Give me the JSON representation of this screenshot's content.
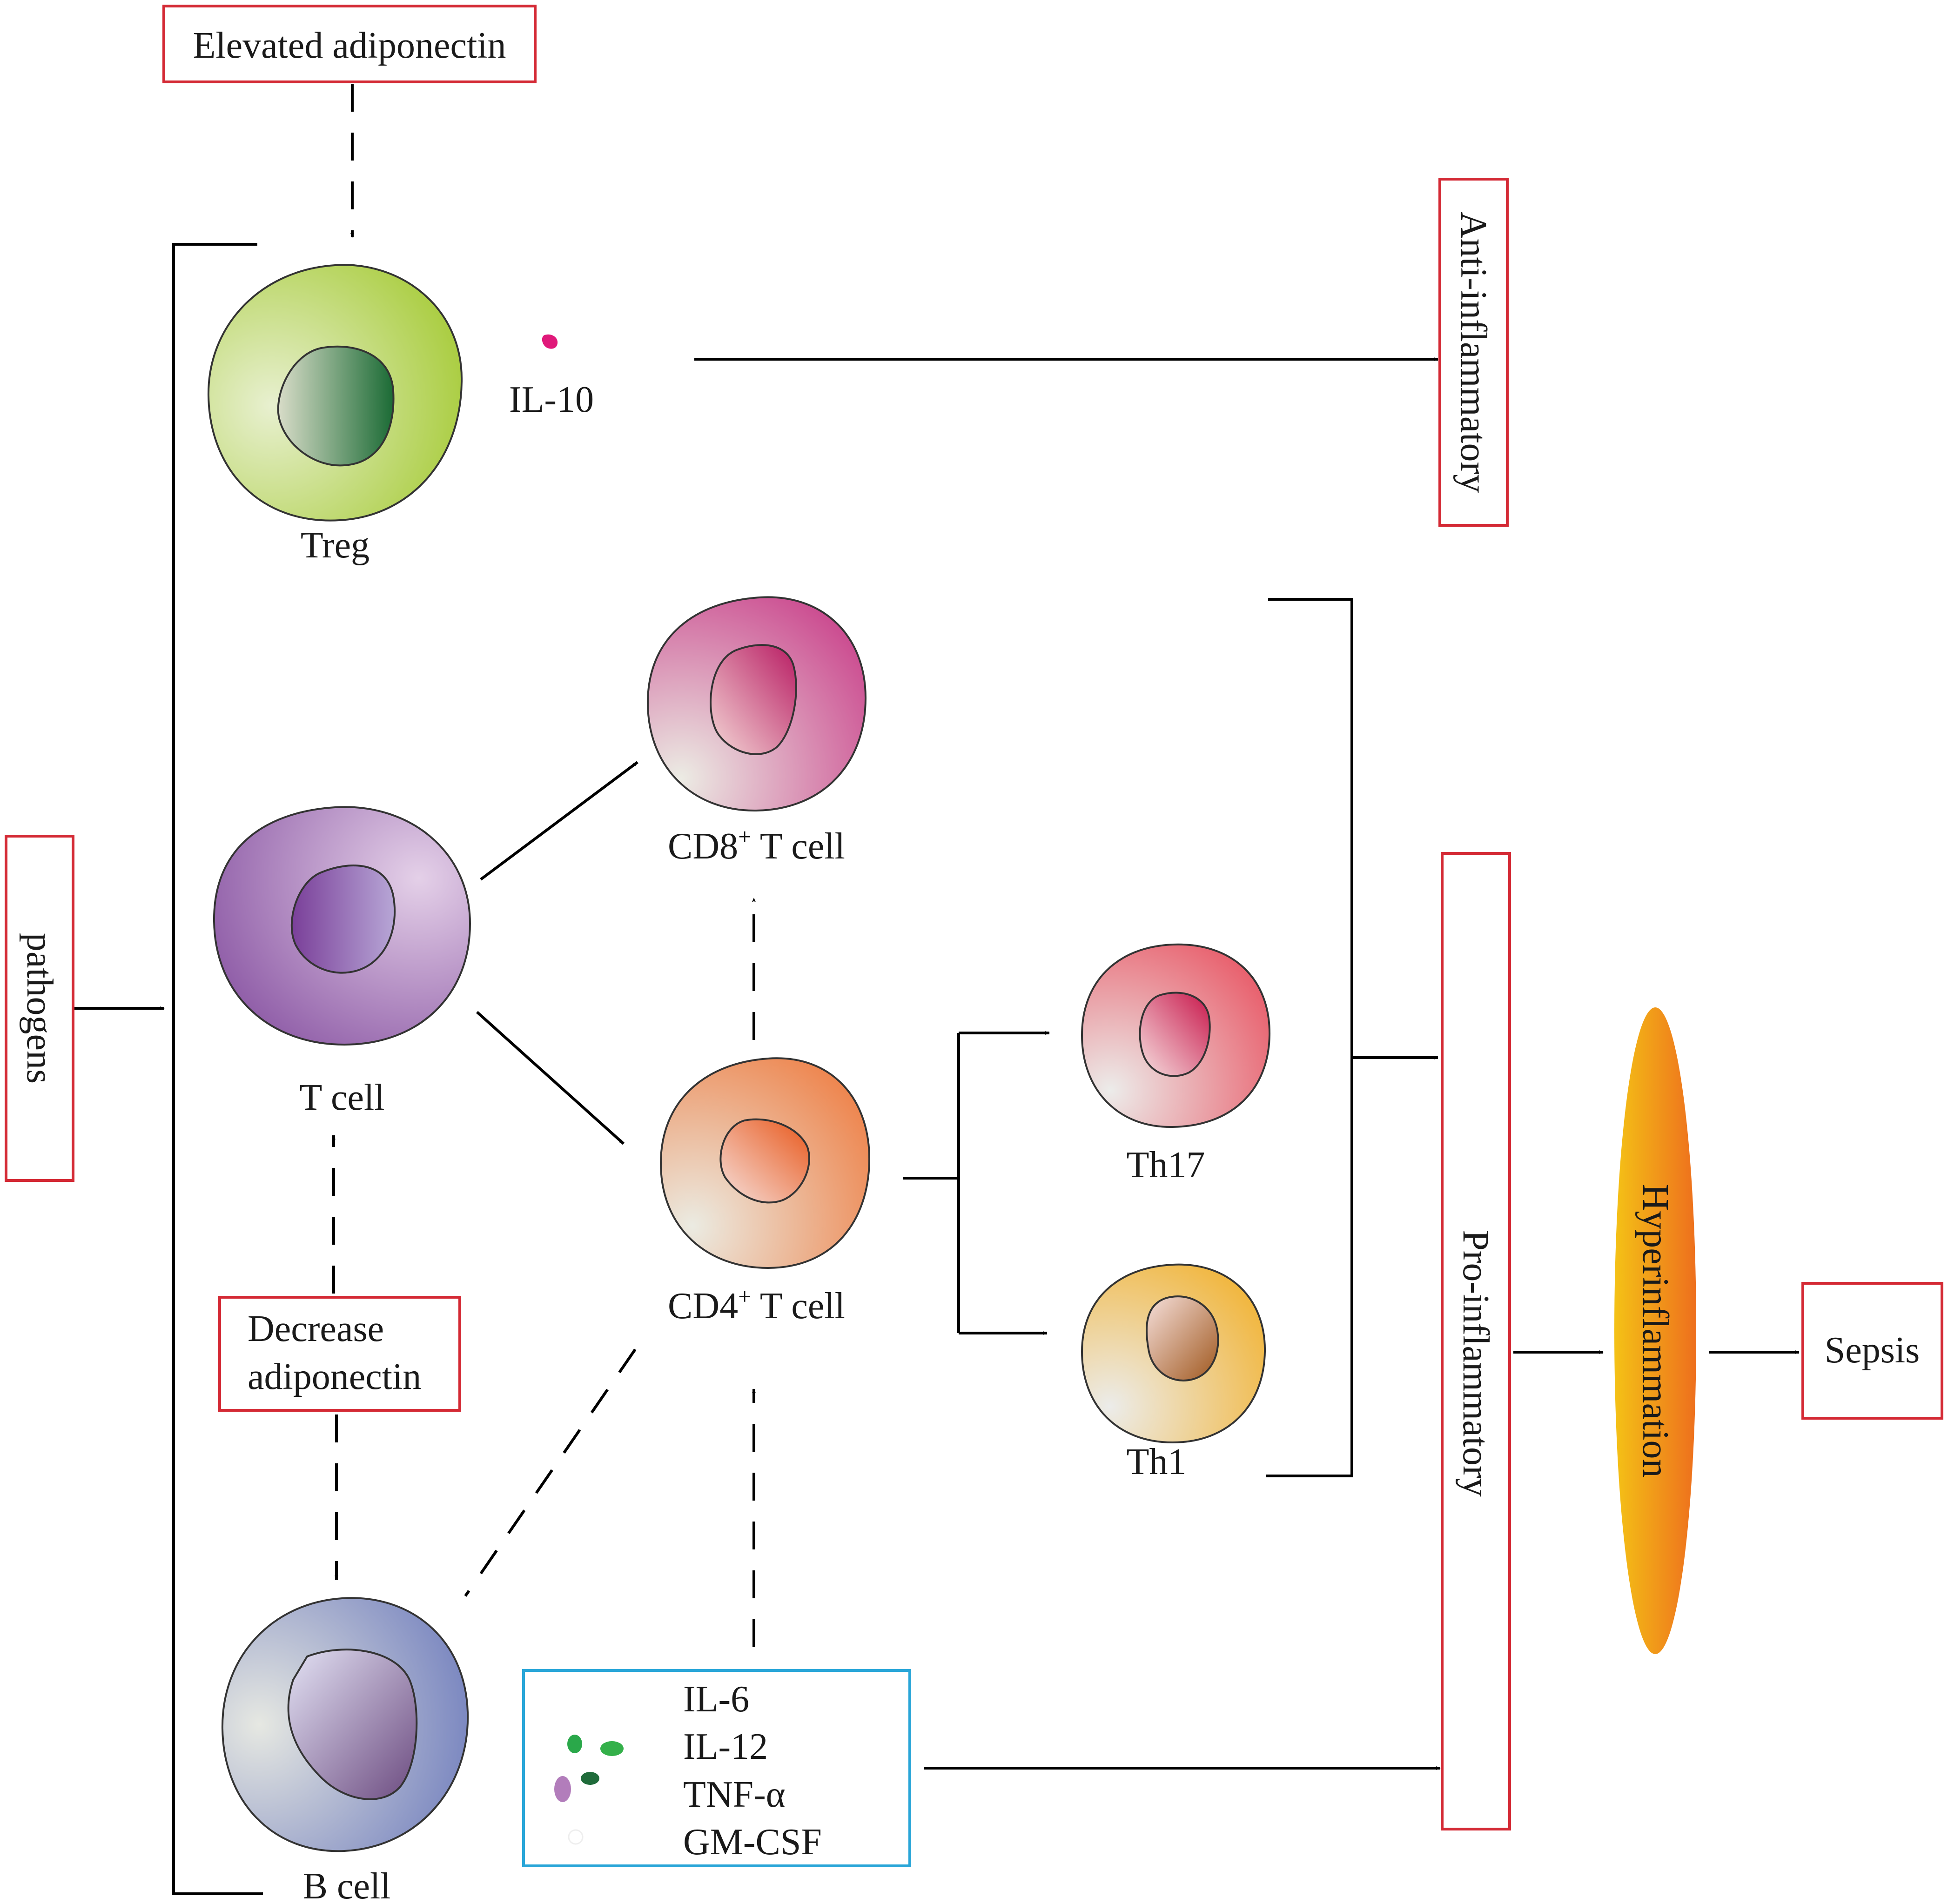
{
  "labels": {
    "elevated_adiponectin": "Elevated adiponectin",
    "decrease_adiponectin_line1": "Decrease",
    "decrease_adiponectin_line2": "adiponectin",
    "pathogens": "pathogens",
    "anti_inflammatory": "Anti-inflammatory",
    "pro_inflammatory": "Pro-inflammatory",
    "hyperinflammation": "Hyperinflammation",
    "sepsis": "Sepsis",
    "il10": "IL-10"
  },
  "cells": {
    "treg": "Treg",
    "t_cell": "T cell",
    "cd8_prefix": "CD8",
    "cd8_sup": "+",
    "cd8_suffix": " T cell",
    "cd4_prefix": "CD4",
    "cd4_sup": "+",
    "cd4_suffix": " T cell",
    "th17": "Th17",
    "th1": "Th1",
    "b_cell": "B cell"
  },
  "cytokines": [
    "IL-6",
    "IL-12",
    "TNF-α",
    "GM-CSF"
  ],
  "colors": {
    "box_red": "#d42a35",
    "box_blue": "#2aa6d8",
    "treg": "#a8cc3c",
    "t_cell": "#9b6bb0",
    "cd8": "#c9508f",
    "cd4": "#ef7b42",
    "th17": "#e84f5e",
    "th1": "#f2b02a",
    "b_cell": "#6a78bb",
    "hyperinflammation": "#f29a1a"
  }
}
